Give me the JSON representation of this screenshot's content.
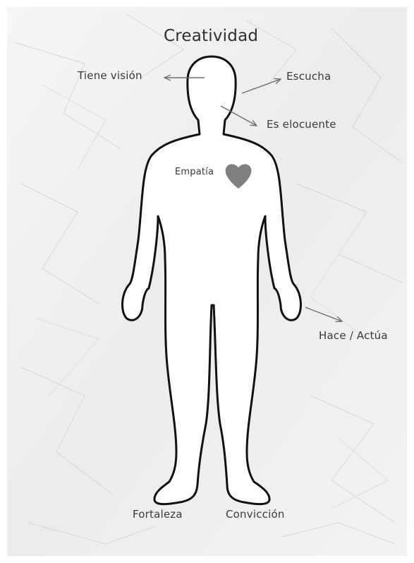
{
  "diagram": {
    "title": "Creatividad",
    "labels": {
      "tiene_vision": "Tiene visión",
      "escucha": "Escucha",
      "es_elocuente": "Es elocuente",
      "empatia": "Empatía",
      "hace_actua": "Hace / Actúa",
      "fortaleza": "Fortaleza",
      "conviccion": "Convicción"
    },
    "icons": {
      "heart": "heart-icon",
      "figure": "human-silhouette"
    }
  },
  "colors": {
    "paper": "#f2f2f2",
    "figure_fill": "#ffffff",
    "figure_stroke": "#111111",
    "heart": "#808080",
    "arrow": "#6e6e6e",
    "text": "#3a3a3a"
  }
}
